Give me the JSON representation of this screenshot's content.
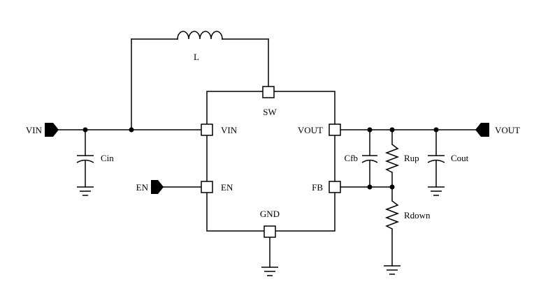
{
  "labels": {
    "inductor": "L",
    "ic_sw": "SW",
    "ic_vin": "VIN",
    "ic_en": "EN",
    "ic_vout": "VOUT",
    "ic_fb": "FB",
    "ic_gnd": "GND",
    "port_vin": "VIN",
    "port_en": "EN",
    "port_vout": "VOUT",
    "cin": "Cin",
    "cfb": "Cfb",
    "rup": "Rup",
    "rdown": "Rdown",
    "cout": "Cout"
  }
}
